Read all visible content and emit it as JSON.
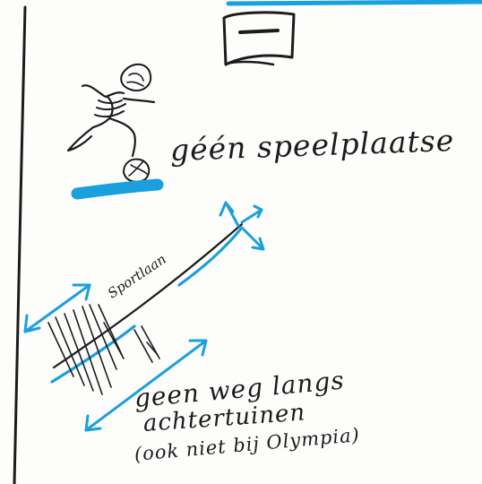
{
  "notes": {
    "playground": "géén speelplaatse",
    "road_name": "Sportlaan",
    "path_note_line1": "geen weg langs",
    "path_note_line2": "achtertuinen",
    "path_note_line3": "(ook niet bij Olympia)"
  },
  "colors": {
    "ink": "#1b1b1b",
    "marker_blue": "#1ba0de",
    "paper": "#fdfdfc"
  },
  "icons": {
    "top_symbol": "flag-sign-icon",
    "figure": "child-with-ball-icon"
  }
}
